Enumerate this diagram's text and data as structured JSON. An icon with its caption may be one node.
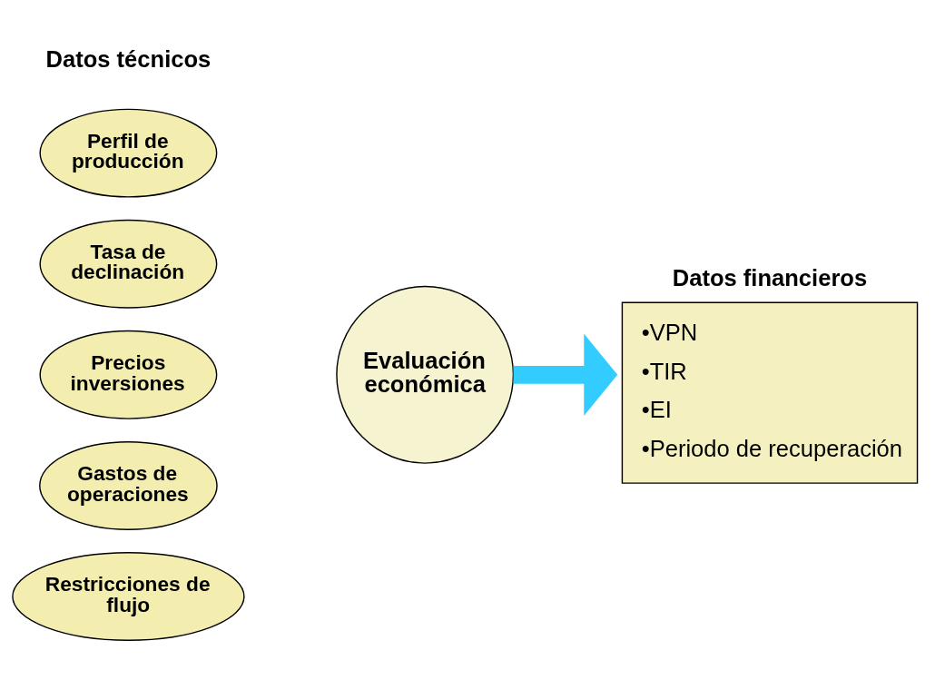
{
  "diagram": {
    "nodes": [
      {
        "text": [
          "Perfil de producción"
        ]
      },
      {
        "text": [
          "Tasa de declinación"
        ]
      },
      {
        "text": [
          "Precios inversiones"
        ]
      },
      {
        "text": [
          "Gastos de operaciones"
        ]
      },
      {
        "text": [
          "Restricciones de flujo"
        ]
      },
      {
        "text": [
          "Evaluación económica"
        ]
      },
      {
        "text": [
          "Datos financieros",
          "•VPN",
          "•TIR",
          "•EI",
          "•Periodo de recuperación"
        ]
      }
    ],
    "edges": [
      {
        "from": 5,
        "to": 6,
        "arrow": "to",
        "color": "#33ccff"
      }
    ],
    "labels": [
      "Datos técnicos"
    ]
  }
}
